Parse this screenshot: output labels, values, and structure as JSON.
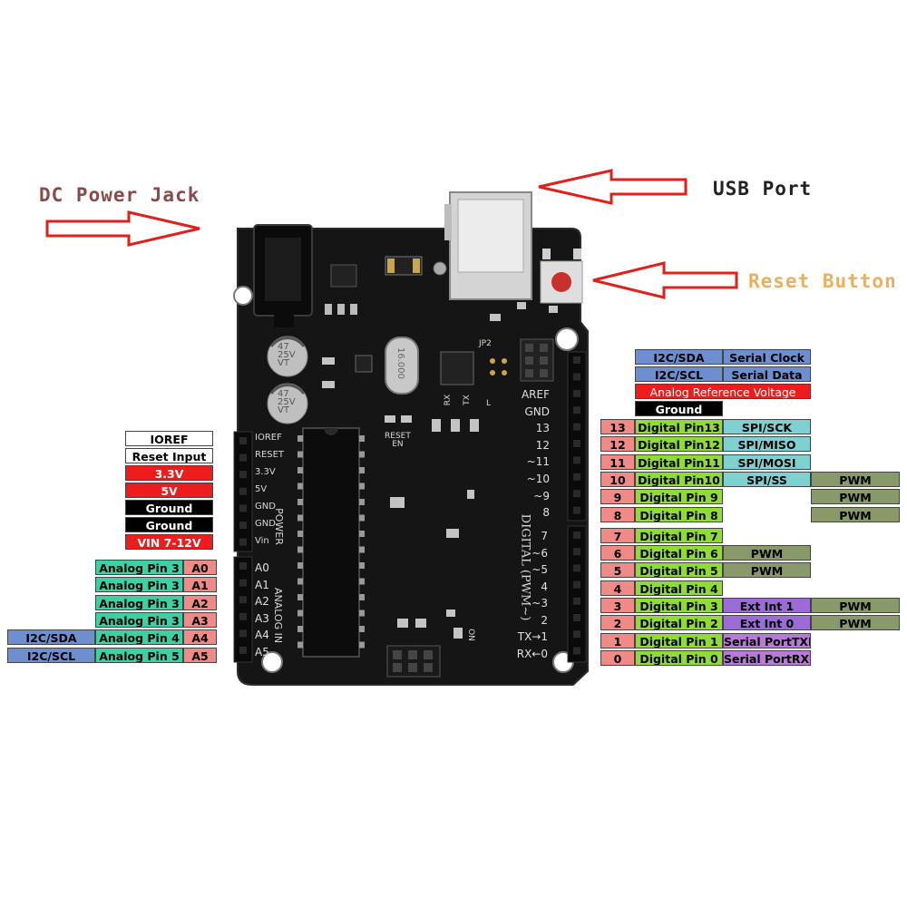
{
  "callouts": {
    "dc_jack": "DC Power Jack",
    "usb_port": "USB Port",
    "reset_button": "Reset Button"
  },
  "colors": {
    "dc_jack_text": "#8a4a4a",
    "usb_text": "#222222",
    "reset_text": "#e8b060",
    "arrow_red": "#e0201a",
    "board": "#151515"
  },
  "board": {
    "component_marks": {
      "cap1": "47\n25V\nVT",
      "cap2": "47\n25V\nVT",
      "crystal": "16.000",
      "jp2": "JP2",
      "reset_silk": "RESET\nEN",
      "rx": "RX",
      "tx": "TX",
      "l": "L",
      "on": "ON"
    },
    "power_silk": [
      "IOREF",
      "RESET",
      "3.3V",
      "5V",
      "GND",
      "GND",
      "Vin"
    ],
    "power_title": "POWER",
    "analog_silk": [
      "A0",
      "A1",
      "A2",
      "A3",
      "A4",
      "A5"
    ],
    "analog_title": "ANALOG IN",
    "digital_top_silk": [
      "AREF",
      "GND",
      "13",
      "12",
      "~11",
      "~10",
      "~9",
      "8"
    ],
    "digital_bottom_silk": [
      "7",
      "~6",
      "~5",
      "4",
      "~3",
      "2",
      "TX→1",
      "RX←0"
    ],
    "digital_title": "DIGITAL (PWM~)"
  },
  "power_labels": [
    {
      "text": "IOREF",
      "bg": "#ffffff",
      "fg": "#000000"
    },
    {
      "text": "Reset Input",
      "bg": "#ffffff",
      "fg": "#000000"
    },
    {
      "text": "3.3V",
      "bg": "#ee1c1c",
      "fg": "#ffffff"
    },
    {
      "text": "5V",
      "bg": "#ee1c1c",
      "fg": "#ffffff"
    },
    {
      "text": "Ground",
      "bg": "#000000",
      "fg": "#ffffff"
    },
    {
      "text": "Ground",
      "bg": "#000000",
      "fg": "#ffffff"
    },
    {
      "text": "VIN 7-12V",
      "bg": "#ee1c1c",
      "fg": "#ffffff"
    }
  ],
  "analog_labels": [
    {
      "i2c": "",
      "name": "Analog Pin 3",
      "pin": "A0"
    },
    {
      "i2c": "",
      "name": "Analog Pin 3",
      "pin": "A1"
    },
    {
      "i2c": "",
      "name": "Analog Pin 3",
      "pin": "A2"
    },
    {
      "i2c": "",
      "name": "Analog Pin 3",
      "pin": "A3"
    },
    {
      "i2c": "I2C/SDA",
      "name": "Analog Pin 4",
      "pin": "A4"
    },
    {
      "i2c": "I2C/SCL",
      "name": "Analog Pin 5",
      "pin": "A5"
    }
  ],
  "top_right_labels": [
    {
      "a": "I2C/SDA",
      "b": "Serial Clock"
    },
    {
      "a": "I2C/SCL",
      "b": "Serial Data"
    }
  ],
  "aref_label": "Analog Reference Voltage",
  "gnd_label": "Ground",
  "digital_labels": [
    {
      "num": "13",
      "name": "Digital Pin13",
      "func": "SPI/SCK",
      "func_bg": "#7fd0d0",
      "pwm": ""
    },
    {
      "num": "12",
      "name": "Digital Pin12",
      "func": "SPI/MISO",
      "func_bg": "#7fd0d0",
      "pwm": ""
    },
    {
      "num": "11",
      "name": "Digital Pin11",
      "func": "SPI/MOSI",
      "func_bg": "#7fd0d0",
      "pwm": ""
    },
    {
      "num": "10",
      "name": "Digital Pin10",
      "func": "SPI/SS",
      "func_bg": "#7fd0d0",
      "pwm": "PWM"
    },
    {
      "num": "9",
      "name": "Digital Pin 9",
      "func": "",
      "func_bg": "",
      "pwm": "PWM"
    },
    {
      "num": "8",
      "name": "Digital Pin 8",
      "func": "",
      "func_bg": "",
      "pwm": "PWM"
    },
    {
      "num": "7",
      "name": "Digital Pin 7",
      "func": "",
      "func_bg": "",
      "pwm": ""
    },
    {
      "num": "6",
      "name": "Digital Pin 6",
      "func": "PWM",
      "func_bg": "#88996a",
      "pwm": ""
    },
    {
      "num": "5",
      "name": "Digital Pin 5",
      "func": "PWM",
      "func_bg": "#88996a",
      "pwm": ""
    },
    {
      "num": "4",
      "name": "Digital Pin 4",
      "func": "",
      "func_bg": "",
      "pwm": ""
    },
    {
      "num": "3",
      "name": "Digital Pin 3",
      "func": "Ext Int 1",
      "func_bg": "#9b6cd6",
      "pwm": "PWM"
    },
    {
      "num": "2",
      "name": "Digital Pin 2",
      "func": "Ext Int 0",
      "func_bg": "#9b6cd6",
      "pwm": "PWM"
    },
    {
      "num": "1",
      "name": "Digital Pin 1",
      "func": "Serial PortTXD",
      "func_bg": "#b77ad6",
      "pwm": ""
    },
    {
      "num": "0",
      "name": "Digital Pin 0",
      "func": "Serial PortRXD",
      "func_bg": "#b77ad6",
      "pwm": ""
    }
  ]
}
